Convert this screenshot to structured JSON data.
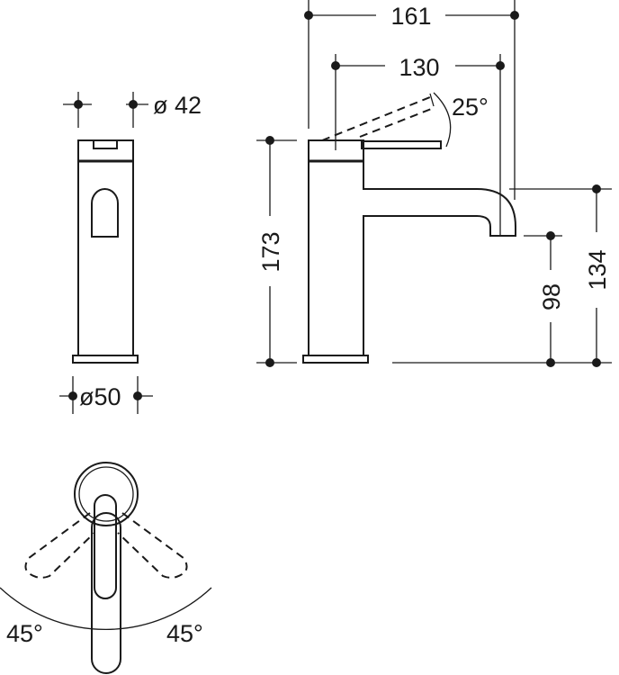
{
  "drawing": {
    "front_view": {
      "top_diameter": "ø 42",
      "base_diameter": "ø50"
    },
    "side_view": {
      "overall_depth": "161",
      "spout_reach": "130",
      "lever_angle": "25°",
      "overall_height": "173",
      "spout_outlet_height": "98",
      "spout_top_height": "134"
    },
    "top_view": {
      "left_rotation": "45°",
      "right_rotation": "45°"
    }
  }
}
